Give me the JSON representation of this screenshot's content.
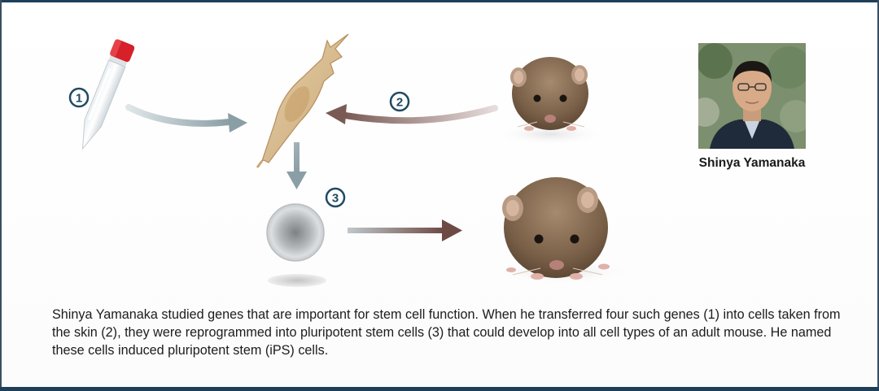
{
  "steps": {
    "one": "1",
    "two": "2",
    "three": "3"
  },
  "person": {
    "name": "Shinya Yamanaka"
  },
  "caption": "Shinya Yamanaka studied genes that are important for stem cell function. When he transferred four such genes (1) into cells taken from the skin (2), they were reprogrammed into pluripotent stem cells (3) that could develop into all cell types of an adult mouse. He named these cells induced pluripotent stem (iPS) cells.",
  "colors": {
    "frame": "#1e3f5a",
    "step_number": "#1f4a63",
    "arrow_gray": "#8a9ea6",
    "arrow_brown": "#7a5a55",
    "tube_cap": "#d6202a",
    "cell_tan": "#d9b98a"
  }
}
